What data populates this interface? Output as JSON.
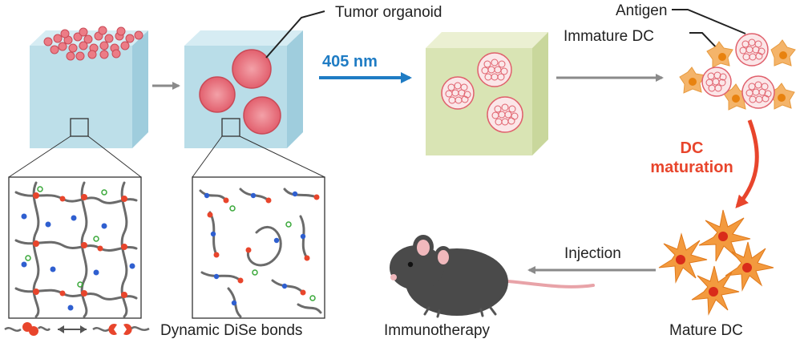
{
  "labels": {
    "tumor_organoid": "Tumor organoid",
    "wavelength": "405 nm",
    "antigen": "Antigen",
    "immature_dc": "Immature DC",
    "dc_maturation_line1": "DC",
    "dc_maturation_line2": "maturation",
    "injection": "Injection",
    "dynamic_bonds": "Dynamic DiSe bonds",
    "immunotherapy": "Immunotherapy",
    "mature_dc": "Mature DC"
  },
  "colors": {
    "gel_blue": "#b9dde8",
    "gel_green": "#d9e4b4",
    "organoid": "#e8707c",
    "light_arrow": "#1f7cc4",
    "maturation": "#e8452c",
    "dc_immature": "#f4b46a",
    "dc_mature": "#f39a3e",
    "mouse": "#4a4a4a"
  }
}
